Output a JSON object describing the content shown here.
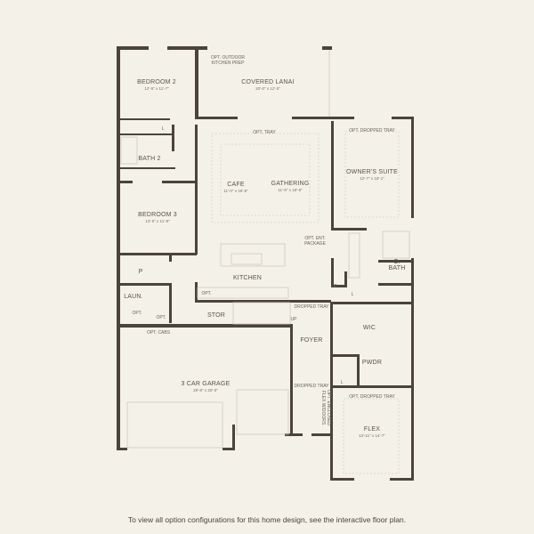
{
  "rooms": {
    "bedroom2": {
      "name": "BEDROOM 2",
      "dim": "12'-5\" x 11'-7\""
    },
    "lanai": {
      "name": "COVERED LANAI",
      "dim": "20'-0\" x 12'-0\""
    },
    "owners": {
      "name": "OWNER'S SUITE",
      "dim": "12'-7\" x 18'-1\""
    },
    "bath2": {
      "name": "BATH 2"
    },
    "cafe": {
      "name": "CAFE",
      "dim": "11'-0\" x 18'-8\""
    },
    "gathering": {
      "name": "GATHERING",
      "dim": "11'-8\" x 18'-8\""
    },
    "bedroom3": {
      "name": "BEDROOM 3",
      "dim": "12'-5\" x 11'-8\""
    },
    "kitchen": {
      "name": "KITCHEN"
    },
    "obath": {
      "name1": "O.",
      "name2": "BATH"
    },
    "pantry": {
      "name": "P"
    },
    "laundry": {
      "name": "LAUN."
    },
    "stor": {
      "name": "STOR"
    },
    "foyer": {
      "name": "FOYER"
    },
    "wic": {
      "name": "WIC"
    },
    "pwdr": {
      "name": "PWDR"
    },
    "garage": {
      "name": "3 CAR GARAGE",
      "dim": "28'-8\" x 20'-0\""
    },
    "flex": {
      "name": "FLEX",
      "dim": "13'-11\" x 14'-7\""
    }
  },
  "notes": {
    "outdoor_kitchen1": "OPT. OUTDOOR",
    "outdoor_kitchen2": "KITCHEN PREP",
    "opt_tray": "OPT. TRAY",
    "opt_dropped_tray": "OPT. DROPPED TRAY",
    "opt_ent1": "OPT. ENT.",
    "opt_ent2": "PACKAGE",
    "opt": "OPT.",
    "dropped_tray": "DROPPED TRAY",
    "up": "UP",
    "opt_cabs": "OPT. CABS",
    "linen": "L",
    "pantry2": "P",
    "flex_doors1": "OPT. ENCLOSED",
    "flex_doors2": "FLEX W/DOORS"
  },
  "caption": "To view all option configurations for this home design, see the interactive floor plan.",
  "colors": {
    "wall": "#4b433c",
    "background": "#f4f1e8"
  }
}
